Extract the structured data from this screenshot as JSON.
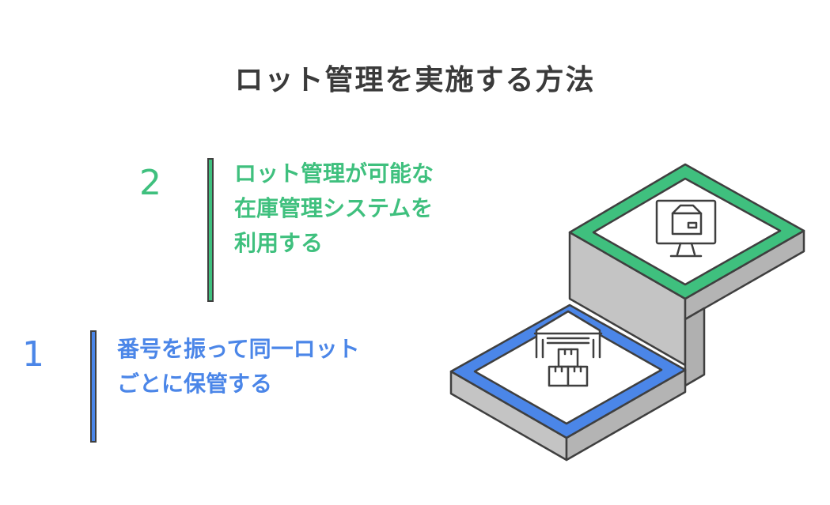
{
  "title": "ロット管理を実施する方法",
  "steps": [
    {
      "number": "2",
      "lines": [
        "ロット管理が可能な",
        "在庫管理システムを",
        "利用する"
      ],
      "color": "#3fc07e",
      "icon": "computer-box-icon"
    },
    {
      "number": "1",
      "lines": [
        "番号を振って同一ロット",
        "ごとに保管する"
      ],
      "color": "#4b86e8",
      "icon": "warehouse-boxes-icon"
    }
  ],
  "colors": {
    "green": "#3fc07e",
    "blue": "#4b86e8",
    "side_gray": "#c4c4c4",
    "outline": "#3f3f3f"
  }
}
